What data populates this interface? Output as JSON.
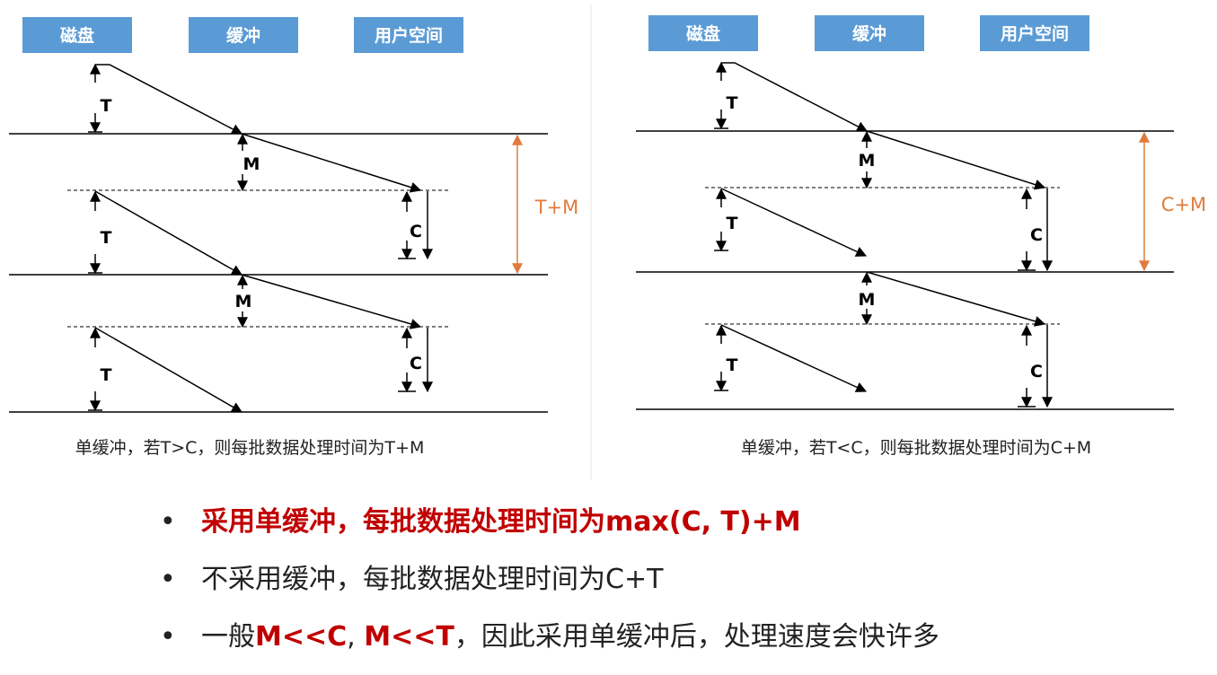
{
  "headers": {
    "disk": "磁盘",
    "buffer": "缓冲",
    "user_space": "用户空间"
  },
  "marks": {
    "t": "T",
    "m": "M",
    "c": "C"
  },
  "left_panel": {
    "span_label": "T+M",
    "caption": "单缓冲，若T>C，则每批数据处理时间为T+M"
  },
  "right_panel": {
    "span_label": "C+M",
    "caption": "单缓冲，若T<C，则每批数据处理时间为C+M"
  },
  "bullets": {
    "marker": "•",
    "b1": "采用单缓冲，每批数据处理时间为max(C, T)+M",
    "b2": "不采用缓冲，每批数据处理时间为C+T",
    "b3": {
      "p1": "一般",
      "p2": "M<<C",
      "p3": ", ",
      "p4": "M<<T",
      "p5": "，因此采用单缓冲后，处理速度会快许多"
    }
  },
  "colors": {
    "header_bg": "#5b9bd5",
    "accent": "#e07b3c",
    "emphasis": "#c00000"
  }
}
